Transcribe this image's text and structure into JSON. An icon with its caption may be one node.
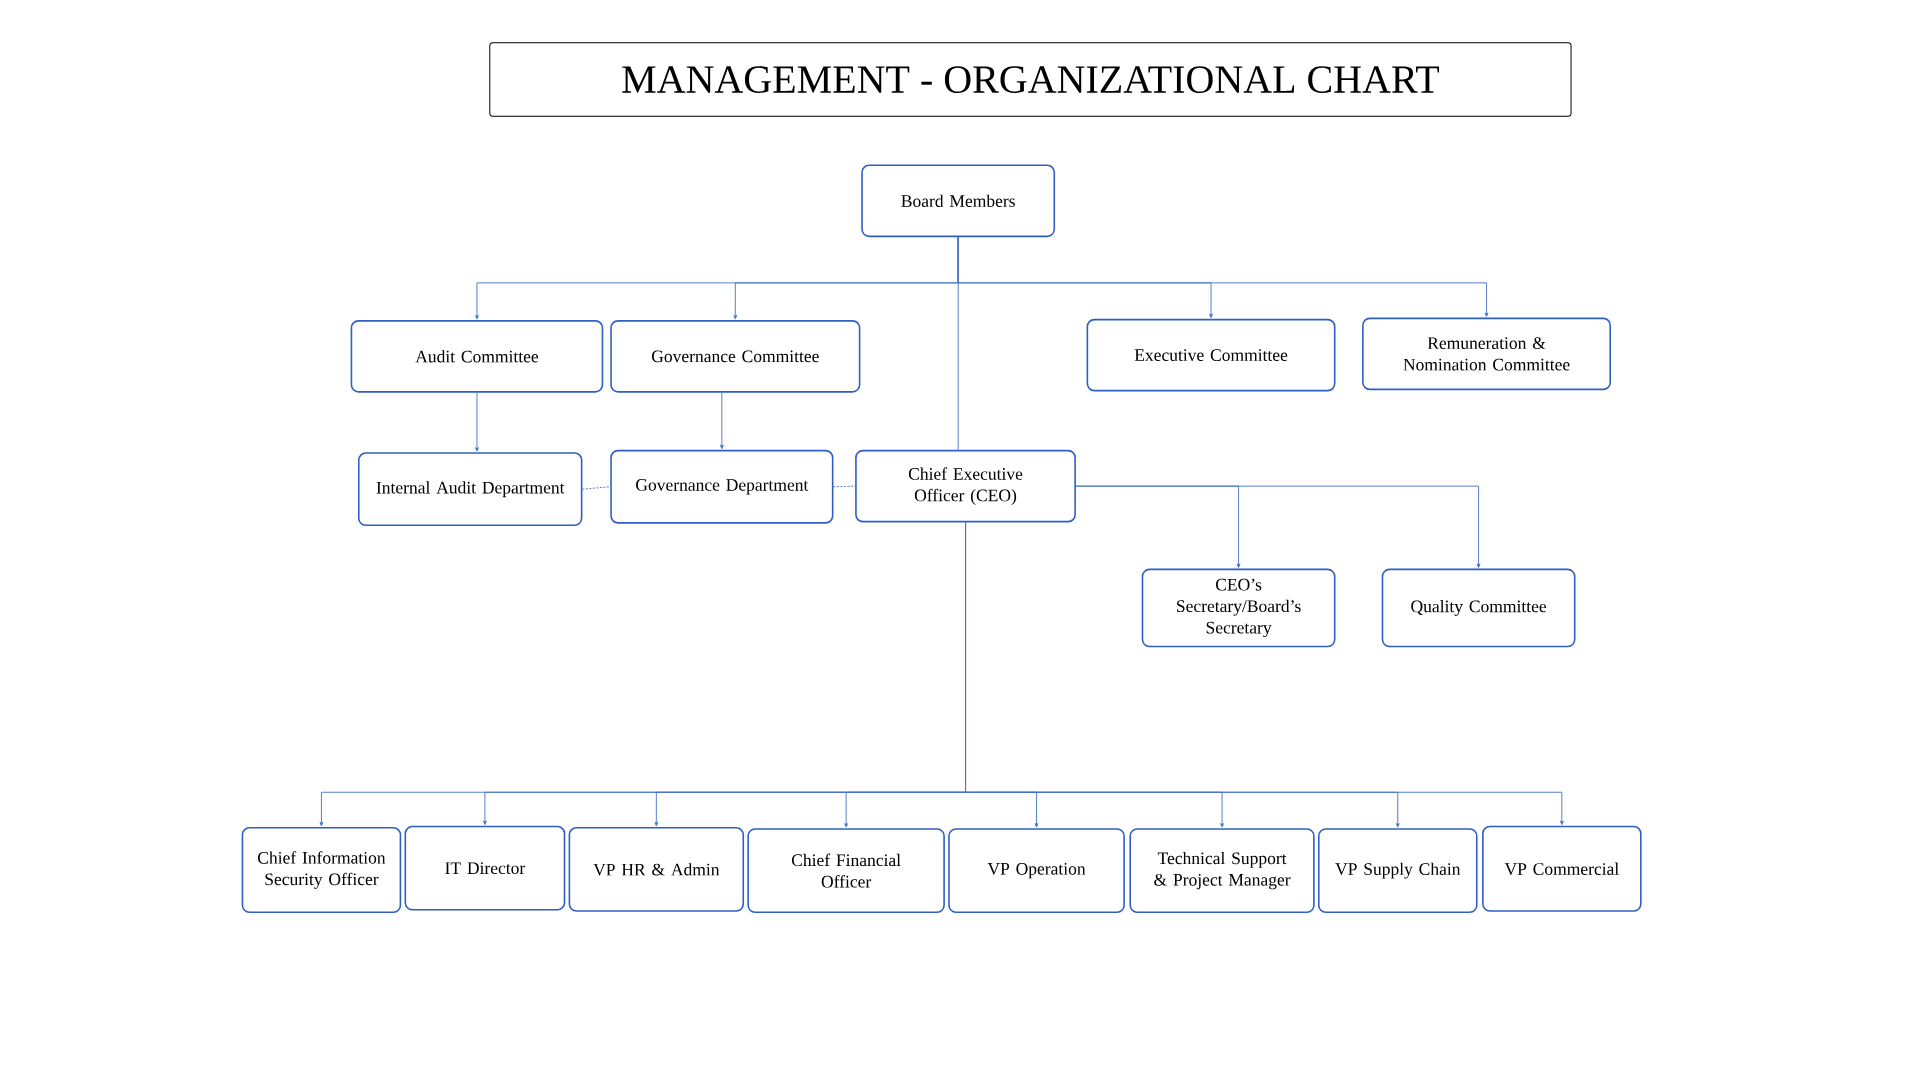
{
  "diagram": {
    "title": "MANAGEMENT - ORGANIZATIONAL CHART",
    "nodes": [
      {
        "text": [
          "Board Members"
        ]
      },
      {
        "text": [
          "Audit Committee"
        ]
      },
      {
        "text": [
          "Governance Committee"
        ]
      },
      {
        "text": [
          "Executive Committee"
        ]
      },
      {
        "text": [
          "Remuneration & Nomination Committee"
        ]
      },
      {
        "text": [
          "Internal Audit Department"
        ]
      },
      {
        "text": [
          "Governance Department"
        ]
      },
      {
        "text": [
          "Chief Executive Officer (CEO)"
        ]
      },
      {
        "text": [
          "CEO’s Secretary/Board’s Secretary"
        ]
      },
      {
        "text": [
          "Quality Committee"
        ]
      },
      {
        "text": [
          "Chief Information Security Officer"
        ]
      },
      {
        "text": [
          "IT Director"
        ]
      },
      {
        "text": [
          "VP HR & Admin"
        ]
      },
      {
        "text": [
          "Chief Financial Officer"
        ]
      },
      {
        "text": [
          "VP Operation"
        ]
      },
      {
        "text": [
          "Technical Support & Project Manager"
        ]
      },
      {
        "text": [
          "VP Supply Chain"
        ]
      },
      {
        "text": [
          "VP Commercial"
        ]
      }
    ],
    "edges": [
      {
        "from": 0,
        "to": 1,
        "arrow": "to"
      },
      {
        "from": 0,
        "to": 2,
        "arrow": "to"
      },
      {
        "from": 0,
        "to": 3,
        "arrow": "to"
      },
      {
        "from": 0,
        "to": 4,
        "arrow": "to"
      },
      {
        "from": 0,
        "to": 7,
        "arrow": "none"
      },
      {
        "from": 1,
        "to": 5,
        "arrow": "to"
      },
      {
        "from": 2,
        "to": 6,
        "arrow": "to"
      },
      {
        "from": 5,
        "to": 6,
        "arrow": "none",
        "style": "dashed"
      },
      {
        "from": 6,
        "to": 7,
        "arrow": "none",
        "style": "dashed"
      },
      {
        "from": 7,
        "to": 8,
        "arrow": "to"
      },
      {
        "from": 7,
        "to": 9,
        "arrow": "to"
      },
      {
        "from": 7,
        "to": 10,
        "arrow": "to"
      },
      {
        "from": 7,
        "to": 11,
        "arrow": "to"
      },
      {
        "from": 7,
        "to": 12,
        "arrow": "to"
      },
      {
        "from": 7,
        "to": 13,
        "arrow": "to"
      },
      {
        "from": 7,
        "to": 14,
        "arrow": "to"
      },
      {
        "from": 7,
        "to": 15,
        "arrow": "to"
      },
      {
        "from": 7,
        "to": 16,
        "arrow": "to"
      },
      {
        "from": 7,
        "to": 17,
        "arrow": "to"
      }
    ]
  }
}
